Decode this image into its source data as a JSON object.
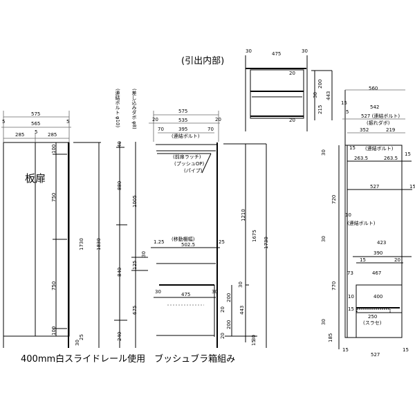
{
  "titles": {
    "drawer_interior": "(引出内部)",
    "door_panel": "板扉",
    "caption": "400mm白スライドレール使用　ブッシュブラ箱組み"
  },
  "door_view": {
    "widths": [
      "575",
      "5",
      "565",
      "5",
      "285",
      "5",
      "285"
    ],
    "heights": [
      "100",
      "750",
      "750",
      "100"
    ],
    "overall": [
      "1730",
      "1830"
    ],
    "bottom": [
      "30",
      "25"
    ]
  },
  "side_labels": {
    "connect_bolt": "(連結ボルト φ10)",
    "dowel": "(差し込みダボ φ8)",
    "left_heights": [
      "40",
      "880",
      "840",
      "240"
    ],
    "right_heights": [
      "1005",
      "125",
      "30",
      "675"
    ]
  },
  "front_view": {
    "widths": [
      "575",
      "20",
      "535",
      "20",
      "70",
      "395",
      "70"
    ],
    "connect_bolt": "(連結ボルト)",
    "latch": [
      "(前扉ラッチ)",
      "(プッシュOP)",
      "(パイプ)"
    ],
    "shelf_width_label": "(移動棚幅)",
    "shelf_dims": [
      "1.25",
      "502.5",
      "25"
    ],
    "drawer_dims": [
      "30",
      "475",
      "30"
    ],
    "right_dims": [
      "1210",
      "1675",
      "1730",
      "30",
      "200",
      "20",
      "443",
      "200",
      "20",
      "30",
      "15"
    ]
  },
  "drawer_interior": {
    "top_dims": [
      "30",
      "475",
      "30"
    ],
    "right_dims": [
      "200",
      "30",
      "443",
      "215"
    ],
    "small": [
      "20",
      "20"
    ]
  },
  "side_view": {
    "top_dims": [
      "560",
      "15",
      "542",
      "5",
      "527 (連結ボルト)",
      "(振れダボ)",
      "352",
      "219"
    ],
    "inner": [
      "15",
      "(連結ボルト)",
      "263.5",
      "263.5",
      "15",
      "527",
      "15",
      "10",
      "(連結ボルト)",
      "423",
      "390",
      "15",
      "20",
      "73",
      "467",
      "400",
      "10",
      "15",
      "250",
      "(スラセ)",
      "15",
      "527",
      "15"
    ],
    "heights": [
      "30",
      "720",
      "30",
      "770",
      "30",
      "185"
    ]
  }
}
